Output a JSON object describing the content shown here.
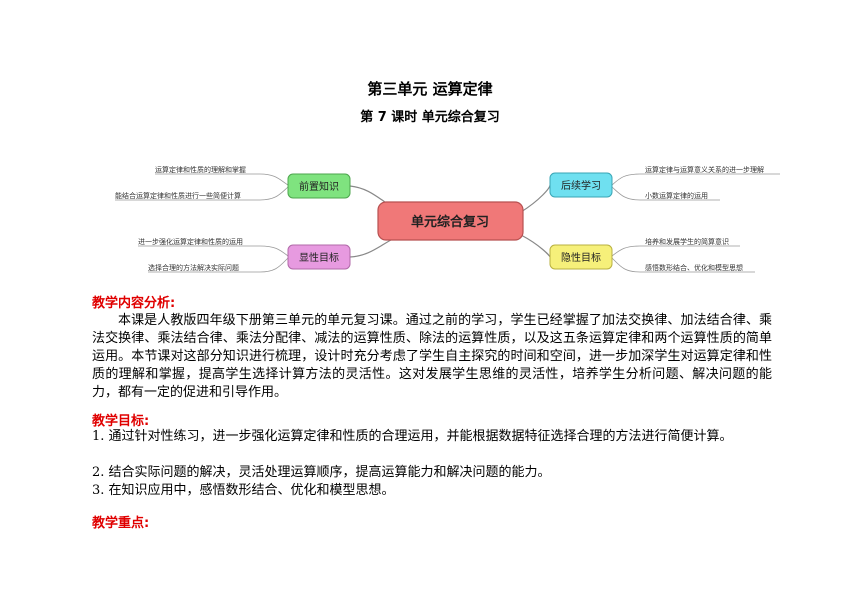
{
  "document": {
    "title": "第三单元  运算定律",
    "subtitle": "第 7 课时    单元综合复习"
  },
  "mindmap": {
    "center": "单元综合复习",
    "nodes": {
      "prior": {
        "label": "前置知识",
        "items": [
          "运算定律和性质的理解和掌握",
          "能结合运算定律和性质进行一些简便计算"
        ]
      },
      "explicit": {
        "label": "显性目标",
        "items": [
          "进一步强化运算定律和性质的运用",
          "选择合理的方法解决实际问题"
        ]
      },
      "follow": {
        "label": "后续学习",
        "items": [
          "运算定律与运算意义关系的进一步理解",
          "小数运算定律的运用"
        ]
      },
      "implicit": {
        "label": "隐性目标",
        "items": [
          "培养和发展学生的简算意识",
          "感悟数形结合、优化和模型思想"
        ]
      }
    },
    "colors": {
      "center": "#f07878",
      "prior": "#7fe37f",
      "explicit": "#e79ae0",
      "follow": "#6fe0f0",
      "implicit": "#f6f07a"
    }
  },
  "sections": {
    "content_analysis": {
      "heading": "教学内容分析:",
      "text": "本课是人教版四年级下册第三单元的单元复习课。通过之前的学习，学生已经掌握了加法交换律、加法结合律、乘法交换律、乘法结合律、乘法分配律、减法的运算性质、除法的运算性质，以及这五条运算定律和两个运算性质的简单运用。本节课对这部分知识进行梳理，设计时充分考虑了学生自主探究的时间和空间，进一步加深学生对运算定律和性质的理解和掌握，提高学生选择计算方法的灵活性。这对发展学生思维的灵活性，培养学生分析问题、解决问题的能力，都有一定的促进和引导作用。"
    },
    "objectives": {
      "heading": "教学目标:",
      "items": [
        "1.   通过针对性练习，进一步强化运算定律和性质的合理运用，并能根据数据特征选择合理的方法进行简便计算。",
        "2. 结合实际问题的解决，灵活处理运算顺序，提高运算能力和解决问题的能力。",
        "3. 在知识应用中，感悟数形结合、优化和模型思想。"
      ]
    },
    "key_points": {
      "heading": "教学重点:"
    }
  }
}
